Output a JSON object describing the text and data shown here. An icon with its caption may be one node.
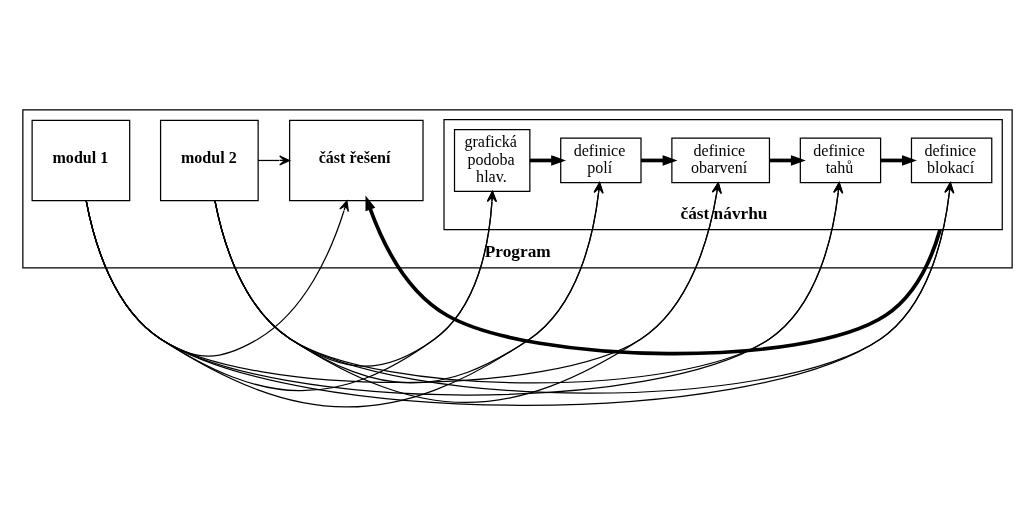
{
  "diagram": {
    "nodes": [
      {
        "text": [
          "Program"
        ]
      },
      {
        "text": [
          "část návrhu"
        ],
        "in": 0
      },
      {
        "text": [
          "grafická podoba hlav."
        ],
        "in": 1
      },
      {
        "text": [
          "definice polí"
        ],
        "in": 1
      },
      {
        "text": [
          "definice obarvení"
        ],
        "in": 1
      },
      {
        "text": [
          "definice tahů"
        ],
        "in": 1
      },
      {
        "text": [
          "definice blokací"
        ],
        "in": 1
      },
      {
        "text": [
          "část řešení"
        ],
        "in": 0
      },
      {
        "text": [
          "modul 1"
        ],
        "in": 0
      },
      {
        "text": [
          "modul 2"
        ],
        "in": 0
      }
    ],
    "edges": [
      {
        "from": 2,
        "to": 3,
        "arrow": "to",
        "style": "thick"
      },
      {
        "from": 3,
        "to": 4,
        "arrow": "to",
        "style": "thick"
      },
      {
        "from": 4,
        "to": 5,
        "arrow": "to",
        "style": "thick"
      },
      {
        "from": 5,
        "to": 6,
        "arrow": "to",
        "style": "thick"
      },
      {
        "from": 1,
        "to": 7,
        "arrow": "to",
        "style": "thick"
      },
      {
        "from": 8,
        "to": 2,
        "arrow": "to"
      },
      {
        "from": 9,
        "to": 2,
        "arrow": "to"
      },
      {
        "from": 8,
        "to": 3,
        "arrow": "to"
      },
      {
        "from": 9,
        "to": 3,
        "arrow": "to"
      },
      {
        "from": 8,
        "to": 4,
        "arrow": "to"
      },
      {
        "from": 9,
        "to": 4,
        "arrow": "to"
      },
      {
        "from": 8,
        "to": 5,
        "arrow": "to"
      },
      {
        "from": 9,
        "to": 5,
        "arrow": "to"
      },
      {
        "from": 8,
        "to": 6,
        "arrow": "to"
      },
      {
        "from": 9,
        "to": 6,
        "arrow": "to"
      },
      {
        "from": 8,
        "to": 7,
        "arrow": "to"
      },
      {
        "from": 9,
        "to": 7,
        "arrow": "to"
      }
    ]
  }
}
